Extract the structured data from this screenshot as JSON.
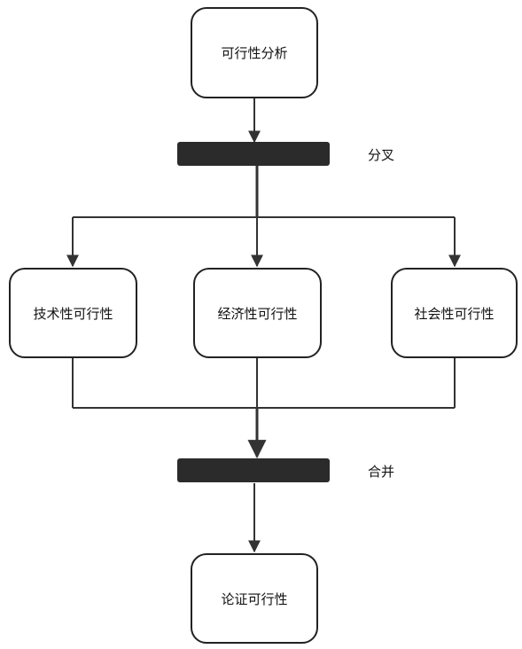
{
  "diagram": {
    "nodes": {
      "feasibility_analysis": "可行性分析",
      "technical_feasibility": "技术性可行性",
      "economic_feasibility": "经济性可行性",
      "social_feasibility": "社会性可行性",
      "feasibility_conclusion": "论证可行性"
    },
    "bars": {
      "fork_label": "分叉",
      "join_label": "合并"
    },
    "colors": {
      "line": "#333333",
      "bar": "#2b2b2b",
      "node_border": "#222222"
    }
  }
}
